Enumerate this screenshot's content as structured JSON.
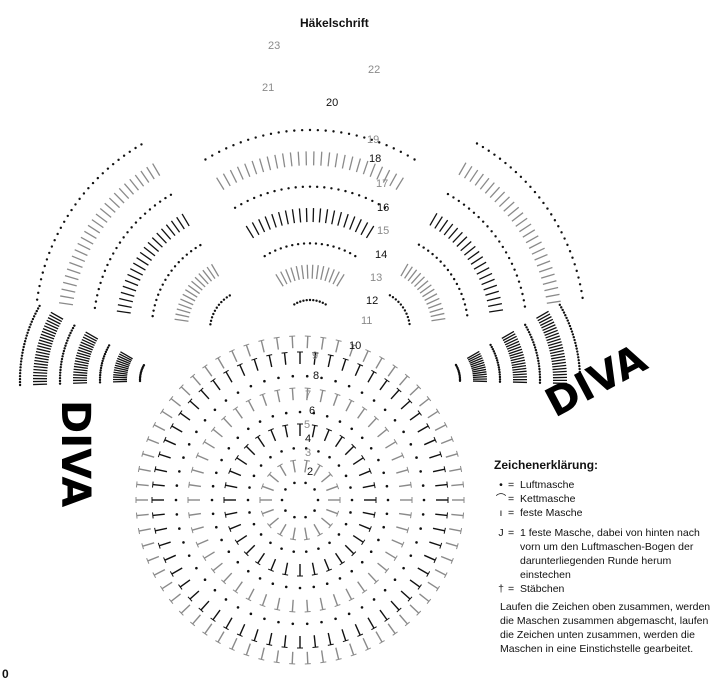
{
  "title": "Häkelschrift",
  "watermark": "DIVA",
  "page_number": "0",
  "row_numbers": [
    "2",
    "3",
    "4",
    "5",
    "6",
    "7",
    "8",
    "9",
    "10",
    "11",
    "12",
    "13",
    "14",
    "15",
    "16",
    "17",
    "18",
    "19",
    "20",
    "21",
    "22",
    "23"
  ],
  "legend": {
    "heading": "Zeichenerklärung:",
    "items": [
      {
        "symbol": "•",
        "eq": "=",
        "text": "Luftmasche"
      },
      {
        "symbol": "⌒",
        "eq": "=",
        "text": "Kettmasche"
      },
      {
        "symbol": "ı",
        "eq": "=",
        "text": "feste Masche"
      },
      {
        "symbol": "J",
        "eq": "=",
        "text": "1 feste Masche, dabei von hinten nach vorn um den Luftmaschen-Bogen der darunterliegenden Runde herum einstechen"
      },
      {
        "symbol": "†",
        "eq": "=",
        "text": "Stäbchen"
      }
    ],
    "note": "Laufen die Zeichen oben zusammen, werden die Maschen zusammen abgemascht, laufen die Zeichen unten zusammen, werden die Maschen in eine Einstichstelle gearbeitet."
  }
}
